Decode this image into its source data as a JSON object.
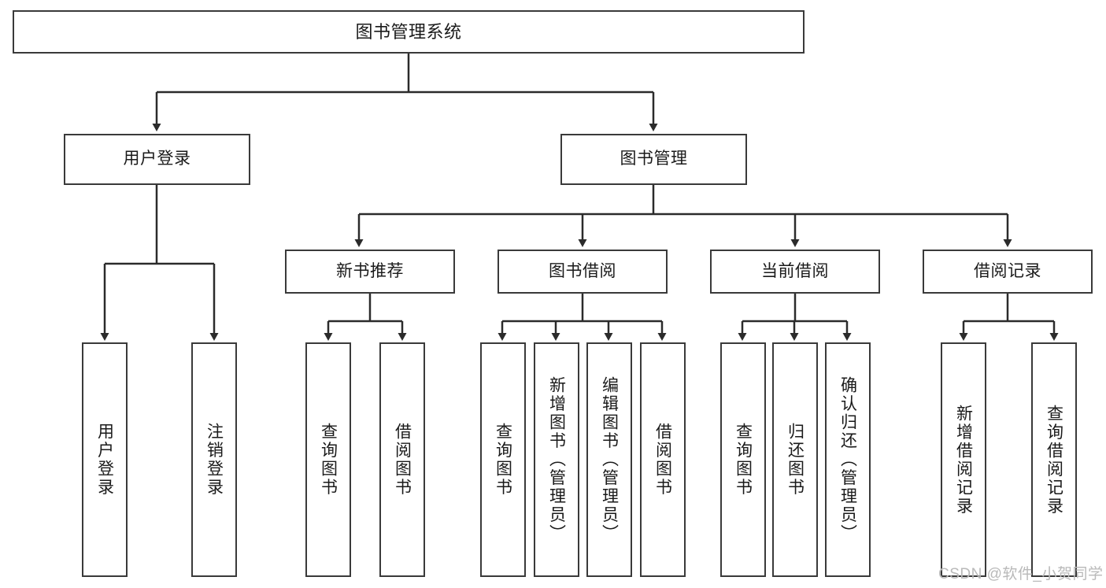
{
  "diagram": {
    "type": "hierarchy-tree",
    "title": "图书管理系统",
    "colors": {
      "stroke": "#3a3a3a",
      "fill": "#ffffff",
      "text": "#1a1a1a",
      "watermark": "#b9b9b9"
    },
    "root": {
      "label": "图书管理系统"
    },
    "level1": [
      {
        "label": "用户登录"
      },
      {
        "label": "图书管理"
      }
    ],
    "level2": [
      {
        "label": "新书推荐"
      },
      {
        "label": "图书借阅"
      },
      {
        "label": "当前借阅"
      },
      {
        "label": "借阅记录"
      }
    ],
    "leaves": {
      "user_login": [
        {
          "label": "用户登录"
        },
        {
          "label": "注销登录"
        }
      ],
      "new_book_recommend": [
        {
          "label": "查询图书"
        },
        {
          "label": "借阅图书"
        }
      ],
      "book_borrow": [
        {
          "label": "查询图书"
        },
        {
          "label": "新增图书（管理员）"
        },
        {
          "label": "编辑图书（管理员）"
        },
        {
          "label": "借阅图书"
        }
      ],
      "current_borrow": [
        {
          "label": "查询图书"
        },
        {
          "label": "归还图书"
        },
        {
          "label": "确认归还（管理员）"
        }
      ],
      "borrow_record": [
        {
          "label": "新增借阅记录"
        },
        {
          "label": "查询借阅记录"
        }
      ]
    },
    "watermark": "CSDN @软件_小贺同学"
  }
}
